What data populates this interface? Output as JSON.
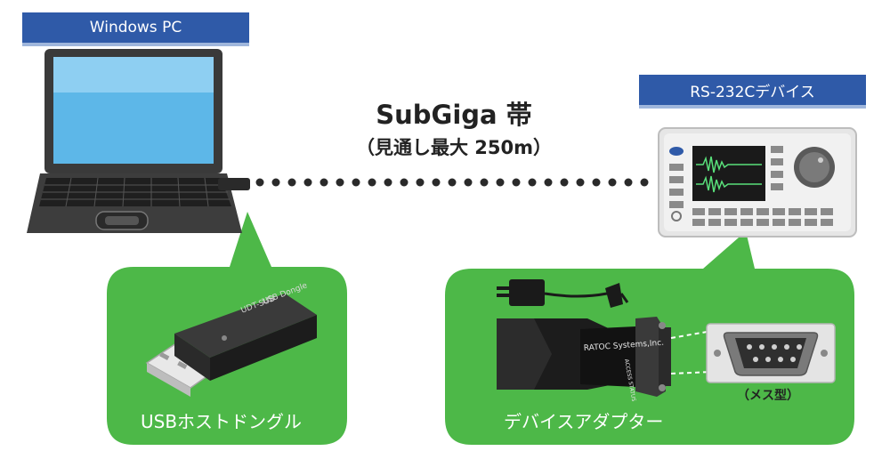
{
  "labels": {
    "pc": "Windows PC",
    "device": "RS-232Cデバイス"
  },
  "link": {
    "band": "SubGiga 帯",
    "range": "（見通し最大 250m）"
  },
  "captions": {
    "dongle": "USBホストドングル",
    "adapter": "デバイスアダプター",
    "connector": "（メス型）"
  },
  "product_text": {
    "dongle_brand": "UDT-SUB",
    "dongle_model": "USB Dongle",
    "adapter_brand": "RATOC Systems,Inc.",
    "adapter_status": "ACCESS STATUS"
  },
  "colors": {
    "label_bg": "#2f5aa8",
    "bubble": "#4db848",
    "dot": "#2a2a2a"
  }
}
